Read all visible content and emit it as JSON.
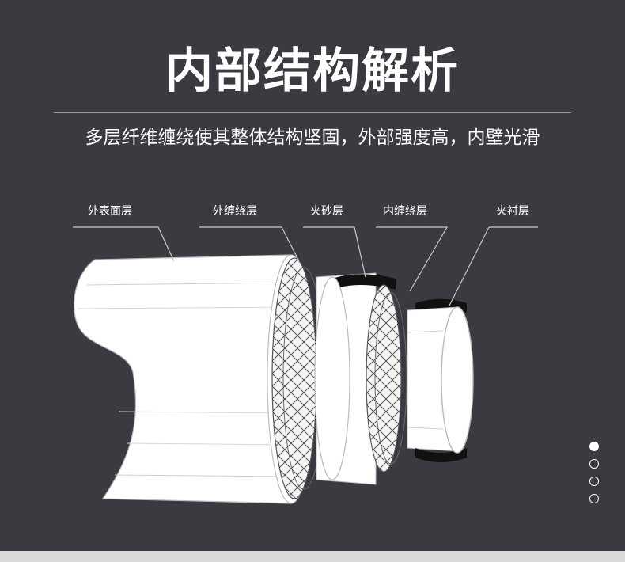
{
  "header": {
    "title": "内部结构解析",
    "subtitle": "多层纤维缠绕使其整体结构坚固，外部强度高，内壁光滑"
  },
  "layers": [
    {
      "label": "外表面层"
    },
    {
      "label": "外缠绕层"
    },
    {
      "label": "夹砂层"
    },
    {
      "label": "内缠绕层"
    },
    {
      "label": "夹衬层"
    }
  ],
  "pager": {
    "count": 4,
    "active_index": 0
  },
  "colors": {
    "background": "#3a3b40",
    "pipe_white": "#ffffff",
    "line_gray": "#c9c9c9",
    "mesh": "#555555",
    "band_black": "#111111"
  }
}
